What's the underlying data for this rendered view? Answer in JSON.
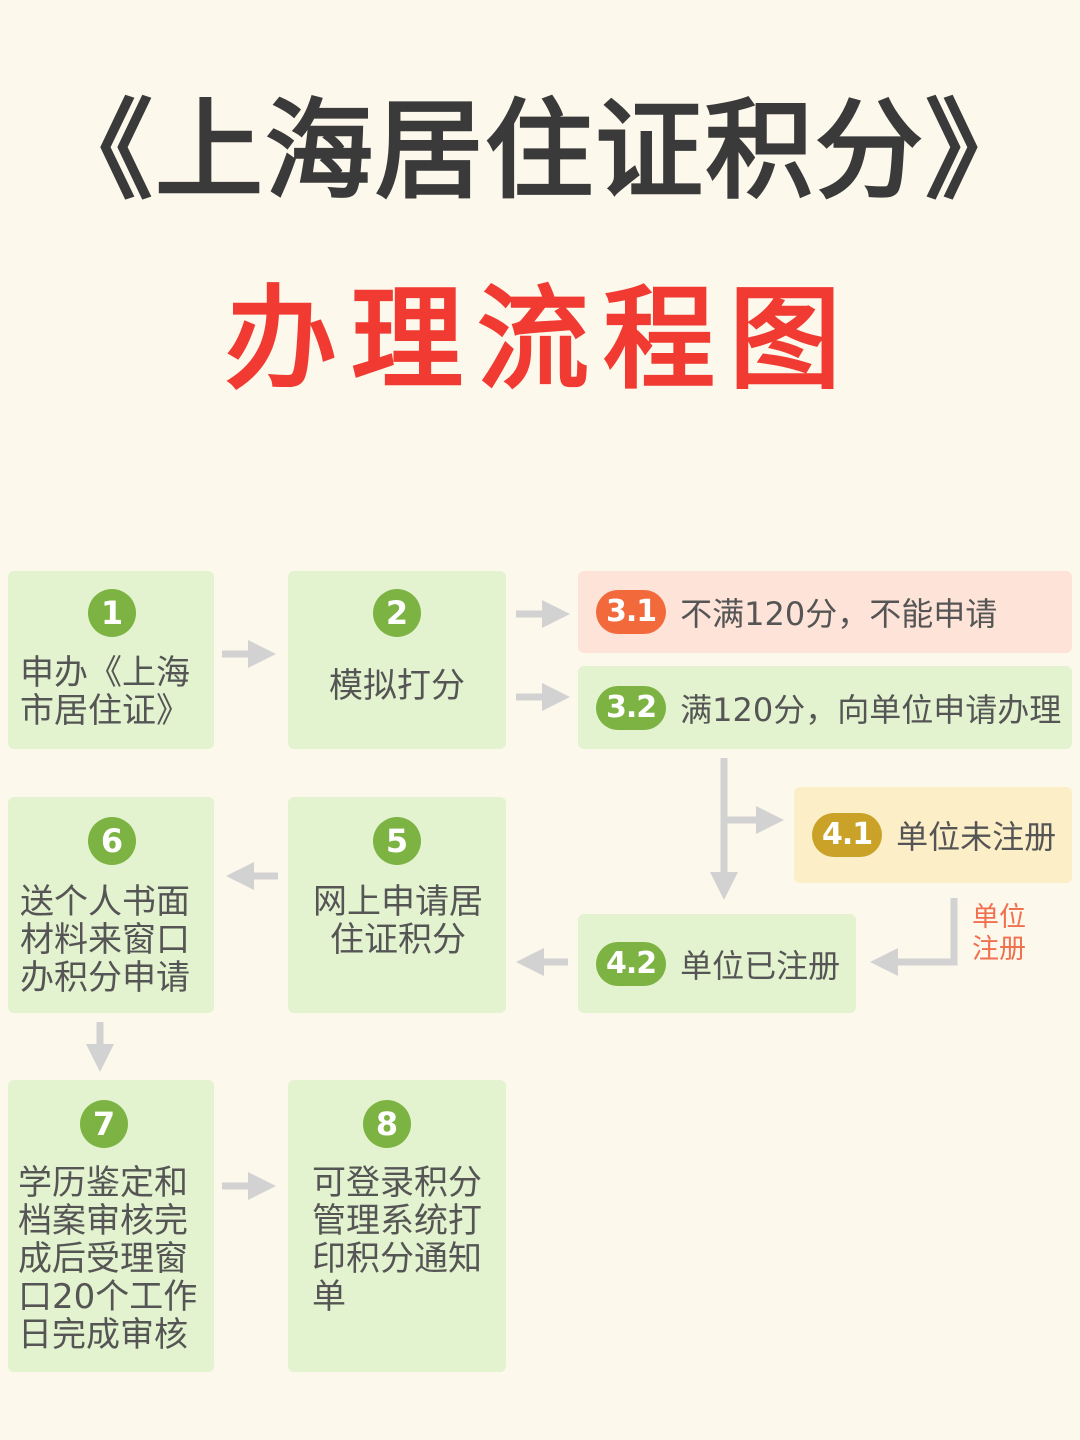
{
  "title": "《上海居住证积分》",
  "subtitle": "办理流程图",
  "steps": [
    {
      "num": "1",
      "text": "申办《上海市居住证》"
    },
    {
      "num": "2",
      "text": "模拟打分"
    },
    {
      "num": "6",
      "text": "送个人书面材料来窗口办积分申请"
    },
    {
      "num": "5",
      "text": "网上申请居住证积分"
    },
    {
      "num": "7",
      "text": "学历鉴定和档案审核完成后受理窗口20个工作日完成审核"
    },
    {
      "num": "8",
      "text": "可登录积分管理系统打印积分通知单"
    }
  ],
  "branches": [
    {
      "num": "3.1",
      "text": "不满120分，不能申请",
      "color": "#f26a3c",
      "bg": "#fde3d8"
    },
    {
      "num": "3.2",
      "text": "满120分，向单位申请办理",
      "color": "#7cb342",
      "bg": "#e3f2cf"
    },
    {
      "num": "4.1",
      "text": "单位未注册",
      "color": "#c9a227",
      "bg": "#fcefc8"
    },
    {
      "num": "4.2",
      "text": "单位已注册",
      "color": "#7cb342",
      "bg": "#e3f2cf"
    }
  ],
  "side_note": "单位注册",
  "colors": {
    "step_bg": "#e3f2cf",
    "step_num": "#7cb342",
    "arrow": "#d2d2d2",
    "title": "#3a3a3a",
    "subtitle": "#f03a32"
  }
}
